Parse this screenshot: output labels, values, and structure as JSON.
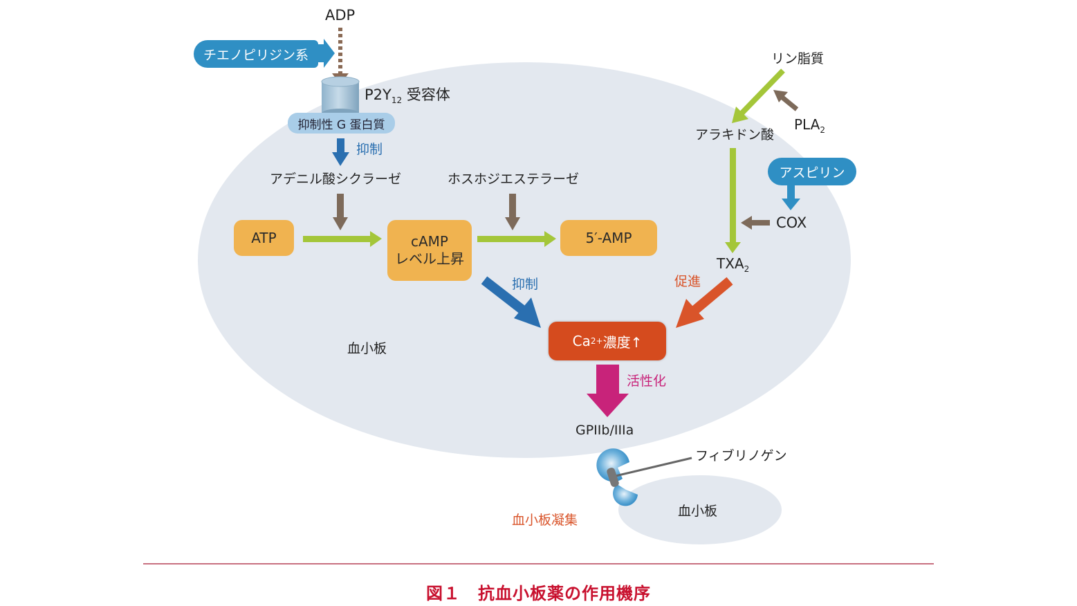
{
  "colors": {
    "platelet_fill": "#e3e8ef",
    "drug_blue": "#2f8fc4",
    "inhibit_blue": "#2a6fb0",
    "flow_green": "#a4c639",
    "enzyme_brown": "#7d6a5a",
    "promote_orange": "#d9542a",
    "activate_magenta": "#c8237a",
    "box_orange": "#f0b350",
    "ca_red": "#d54b1e",
    "caption_red": "#c8102e",
    "rule_pink": "#c87080"
  },
  "nodes": {
    "adp": "ADP",
    "thienopyridine": "チエノピリジン系",
    "p2y12_main": "P2Y",
    "p2y12_sub": "12",
    "p2y12_suffix": " 受容体",
    "gprotein": "抑制性 G 蛋白質",
    "inhibit1": "抑制",
    "adenylate_cyclase": "アデニル酸シクラーゼ",
    "phosphodiesterase": "ホスホジエステラーゼ",
    "atp": "ATP",
    "camp_line1": "cAMP",
    "camp_line2": "レベル上昇",
    "amp5": "5′-AMP",
    "inhibit2": "抑制",
    "phospholipid": "リン脂質",
    "pla2_main": "PLA",
    "pla2_sub": "2",
    "arachidonic": "アラキドン酸",
    "aspirin": "アスピリン",
    "cox": "COX",
    "txa2_main": "TXA",
    "txa2_sub": "2",
    "promote": "促進",
    "ca_main": "Ca",
    "ca_sup": "2+",
    "ca_suffix": "濃度↑",
    "activate": "活性化",
    "gp": "GPIIb/IIIa",
    "fibrinogen": "フィブリノゲン",
    "platelet1": "血小板",
    "platelet2": "血小板",
    "aggregation": "血小板凝集"
  },
  "caption": "図１　抗血小板薬の作用機序"
}
